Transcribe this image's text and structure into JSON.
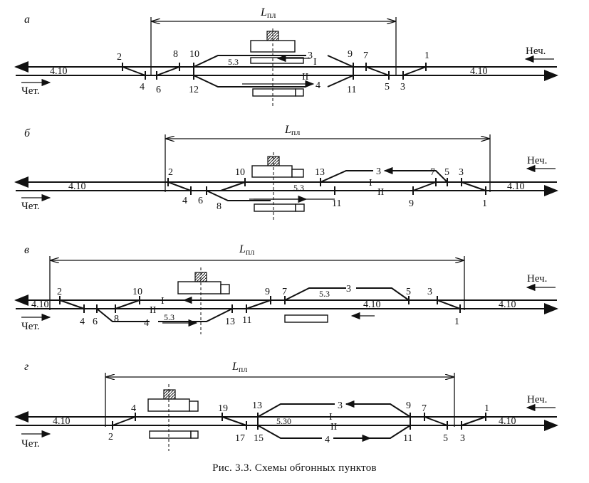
{
  "caption": "Рис. 3.3. Схемы обгонных пунктов",
  "dims_label": {
    "main": "L",
    "sub": "пл"
  },
  "directions": {
    "odd": "Неч.",
    "even": "Чет."
  },
  "panels": [
    {
      "letter": "а",
      "gauge_left": "4.10",
      "gauge_right": "4.10",
      "mid": "5.3",
      "tracks": {
        "t1": "I",
        "t2": "II",
        "t3": "3",
        "t4": "4"
      },
      "switches": [
        "2",
        "8",
        "10",
        "9",
        "7",
        "1",
        "4",
        "6",
        "12",
        "11",
        "5",
        "3"
      ]
    },
    {
      "letter": "б",
      "gauge_left": "4.10",
      "gauge_right": "4.10",
      "mid": "5.3",
      "tracks": {
        "t1": "I",
        "t2": "II",
        "t3": "3"
      },
      "switches": [
        "2",
        "10",
        "13",
        "7",
        "5",
        "3",
        "4",
        "6",
        "8",
        "11",
        "9",
        "1"
      ]
    },
    {
      "letter": "в",
      "gauge_left": "4.10",
      "gauge_right": "4.10",
      "mid": "5.3",
      "mid2": "5.3",
      "mid3": "4.10",
      "tracks": {
        "t1": "I",
        "t2": "II",
        "t3": "3",
        "t4": "4"
      },
      "switches": [
        "2",
        "10",
        "9",
        "7",
        "5",
        "3",
        "4",
        "6",
        "8",
        "13",
        "11",
        "1"
      ]
    },
    {
      "letter": "г",
      "gauge_left": "4.10",
      "gauge_right": "4.10",
      "mid": "5.30",
      "tracks": {
        "t1": "I",
        "t2": "II",
        "t3": "3",
        "t4": "4"
      },
      "switches": [
        "4",
        "19",
        "13",
        "9",
        "7",
        "1",
        "2",
        "17",
        "15",
        "11",
        "5",
        "3"
      ]
    }
  ]
}
